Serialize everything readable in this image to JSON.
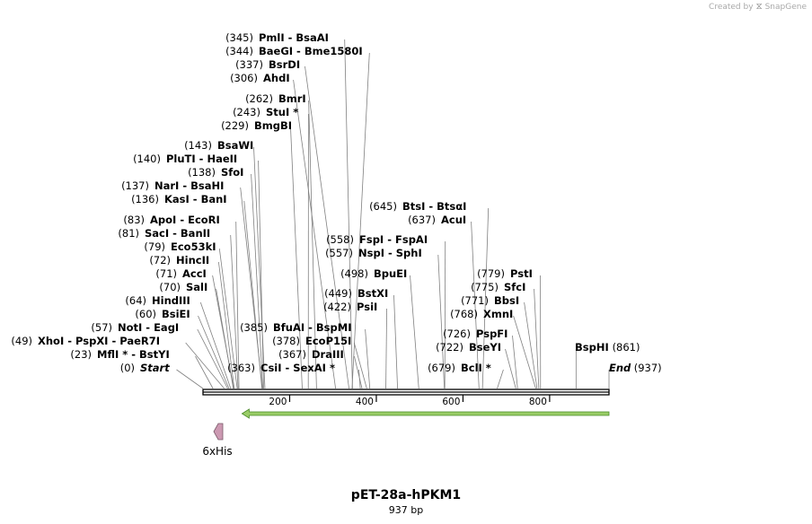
{
  "credit": {
    "prefix": "Created by",
    "brand": "SnapGene"
  },
  "title": "pET-28a-hPKM1",
  "subtitle": "937 bp",
  "length": 937,
  "ticks": [
    {
      "pos": 200,
      "label": "200"
    },
    {
      "pos": 400,
      "label": "400"
    },
    {
      "pos": 600,
      "label": "600"
    },
    {
      "pos": 800,
      "label": "800"
    }
  ],
  "features": [
    {
      "name": "6xHis",
      "start": 28,
      "end": 45,
      "direction": "reverse",
      "color": "#cc99b2"
    }
  ],
  "orf": {
    "start": 90,
    "end": 937,
    "direction": "reverse",
    "color": "#99cc66"
  },
  "sites": [
    {
      "pos": "(345)",
      "name": "PmlI  - BsaAI",
      "site": 345
    },
    {
      "pos": "(344)",
      "name": "BaeGI  - Bme1580I",
      "site": 344
    },
    {
      "pos": "(337)",
      "name": "BsrDI",
      "site": 337
    },
    {
      "pos": "(306)",
      "name": "AhdI",
      "site": 306
    },
    {
      "pos": "(262)",
      "name": "BmrI",
      "site": 262
    },
    {
      "pos": "(243)",
      "name": "StuI *",
      "site": 243
    },
    {
      "pos": "(229)",
      "name": "BmgBI",
      "site": 229
    },
    {
      "pos": "(143)",
      "name": "BsaWI",
      "site": 143
    },
    {
      "pos": "(140)",
      "name": "PluTI  - HaeII",
      "site": 140
    },
    {
      "pos": "(138)",
      "name": "SfoI",
      "site": 138
    },
    {
      "pos": "(137)",
      "name": "NarI  - BsaHI",
      "site": 137
    },
    {
      "pos": "(136)",
      "name": "KasI  - BanI",
      "site": 136
    },
    {
      "pos": "(83)",
      "name": "ApoI  - EcoRI",
      "site": 83
    },
    {
      "pos": "(81)",
      "name": "SacI  - BanII",
      "site": 81
    },
    {
      "pos": "(79)",
      "name": "Eco53kI",
      "site": 79
    },
    {
      "pos": "(72)",
      "name": "HincII",
      "site": 72
    },
    {
      "pos": "(71)",
      "name": "AccI",
      "site": 71
    },
    {
      "pos": "(70)",
      "name": "SalI",
      "site": 70
    },
    {
      "pos": "(64)",
      "name": "HindIII",
      "site": 64
    },
    {
      "pos": "(60)",
      "name": "BsiEI",
      "site": 60
    },
    {
      "pos": "(57)",
      "name": "NotI  - EagI",
      "site": 57
    },
    {
      "pos": "(49)",
      "name": "XhoI  - PspXI  - PaeR7I",
      "site": 49
    },
    {
      "pos": "(23)",
      "name": "MflI *  - BstYI",
      "site": 23
    },
    {
      "pos": "(0)",
      "name": "Start",
      "site": 0,
      "italic": true
    },
    {
      "pos": "(385)",
      "name": "BfuAI  - BspMI",
      "site": 385
    },
    {
      "pos": "(378)",
      "name": "EcoP15I",
      "site": 378
    },
    {
      "pos": "(367)",
      "name": "DraIII",
      "site": 367
    },
    {
      "pos": "(363)",
      "name": "CsiI  - SexAI *",
      "site": 363
    },
    {
      "pos": "(645)",
      "name": "BtsI  - BtsαI",
      "site": 645
    },
    {
      "pos": "(637)",
      "name": "AcuI",
      "site": 637
    },
    {
      "pos": "(558)",
      "name": "FspI  - FspAI",
      "site": 558
    },
    {
      "pos": "(557)",
      "name": "NspI  - SphI",
      "site": 557
    },
    {
      "pos": "(498)",
      "name": "BpuEI",
      "site": 498
    },
    {
      "pos": "(449)",
      "name": "BstXI",
      "site": 449
    },
    {
      "pos": "(422)",
      "name": "PsiI",
      "site": 422
    },
    {
      "pos": "(779)",
      "name": "PstI",
      "site": 779
    },
    {
      "pos": "(775)",
      "name": "SfcI",
      "site": 775
    },
    {
      "pos": "(771)",
      "name": "BbsI",
      "site": 771
    },
    {
      "pos": "(768)",
      "name": "XmnI",
      "site": 768
    },
    {
      "pos": "(726)",
      "name": "PspFI",
      "site": 726
    },
    {
      "pos": "(722)",
      "name": "BseYI",
      "site": 722
    },
    {
      "pos": "(679)",
      "name": "BclI *",
      "site": 679
    },
    {
      "pos": "(861)",
      "name": "BspHI",
      "site": 861,
      "side": "right"
    },
    {
      "pos": "(937)",
      "name": "End",
      "site": 937,
      "side": "right",
      "italic": true
    }
  ]
}
